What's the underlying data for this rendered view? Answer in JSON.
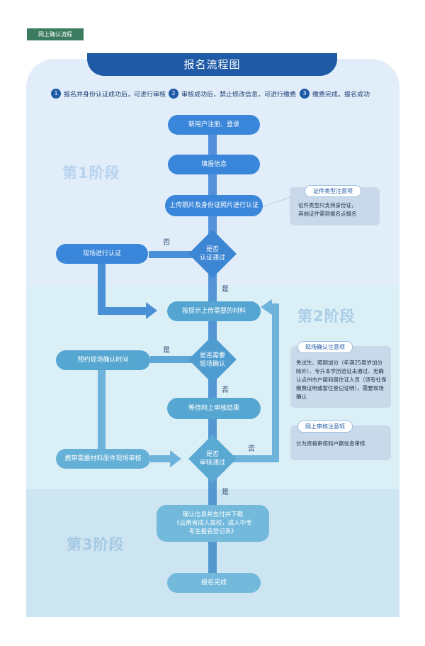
{
  "tag": "网上确认流程",
  "title": "报名流程图",
  "steps": [
    {
      "num": "1",
      "text": "报名并身份认证成功后，可进行审核"
    },
    {
      "num": "2",
      "text": "审核成功后，禁止修改信息，可进行缴费"
    },
    {
      "num": "3",
      "text": "缴费完成，报名成功"
    }
  ],
  "stages": {
    "s1": "第1阶段",
    "s2": "第2阶段",
    "s3": "第3阶段"
  },
  "nodes": {
    "register": "新用户注册、登录",
    "fill_info": "填报信息",
    "upload_photo": "上传照片及身份证照片进行认证",
    "auth_check": "是否\n认证通过",
    "onsite_auth": "现场进行认证",
    "upload_materials": "按提示上传需要的材料",
    "need_onsite": "是否需要\n现场确认",
    "book_time": "预约现场确认时间",
    "wait_review": "等待网上审核结果",
    "review_passed": "是否\n审核通过",
    "bring_materials": "携带需要材料原件现场审核",
    "confirm_pay": "确认信息并支付并下载\n《云南省成人高校，成人中专\n考生报名登记表》",
    "done": "报名完成"
  },
  "labels": {
    "no1": "否",
    "yes1": "是",
    "yes2": "是",
    "no2": "否",
    "no3": "否",
    "yes3": "是"
  },
  "notes": {
    "id_type": {
      "head": "证件类型注意项",
      "body": "证件类型只支持身份证，\n其他证件需到报名点报名"
    },
    "onsite": {
      "head": "现场确认注意项",
      "body": "免试生、照顾加分（年满25周岁加分除外）、专升本学历验证未通过、无确认点州市户籍和居住证人员（须有社保缴费证明或暂住登记证明），需要现场确认"
    },
    "online": {
      "head": "网上审核注意项",
      "body": "分为资格审核和户籍信息审核"
    }
  },
  "colors": {
    "brand": "#1e5aa6",
    "node_blue": "#3b82d8",
    "node_teal": "#55a6d0",
    "stage_text": "#b7d2ee",
    "tag_green": "#3b7b60"
  }
}
